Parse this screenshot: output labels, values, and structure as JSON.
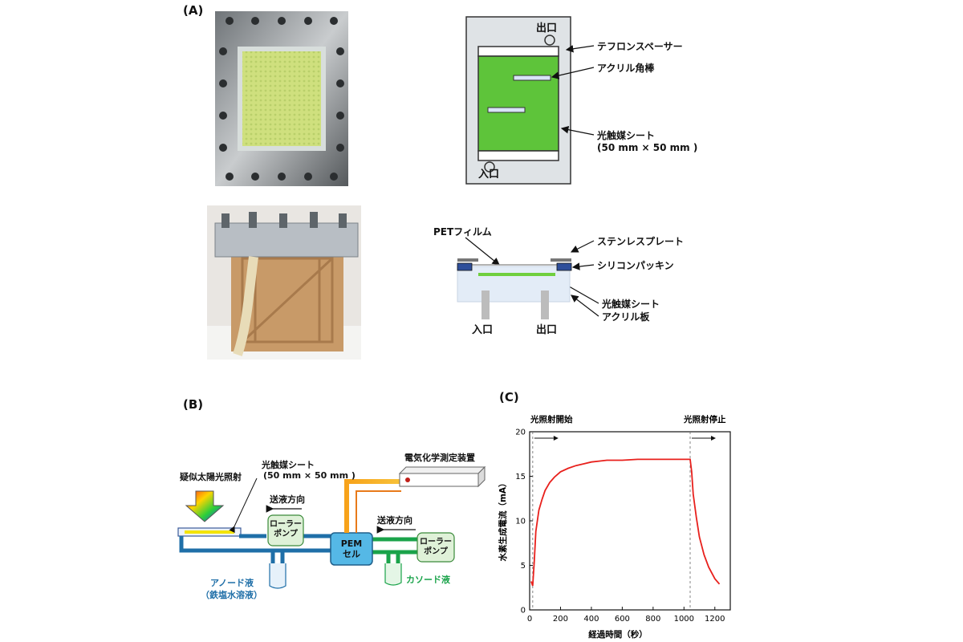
{
  "panel_a": {
    "label": "(A)",
    "top_diagram": {
      "outlet": "出口",
      "inlet": "入口",
      "spacer": "テフロンスペーサー",
      "acrylic_bar": "アクリル角棒",
      "sheet": "光触媒シート",
      "sheet_size": "(50 mm × 50 mm )"
    },
    "cross_section": {
      "pet_film": "PETフィルム",
      "steel_plate": "ステンレスプレート",
      "silicone": "シリコンパッキン",
      "sheet": "光触媒シート",
      "acrylic_plate": "アクリル板",
      "inlet": "入口",
      "outlet": "出口"
    }
  },
  "panel_b": {
    "label": "(B)",
    "light": "疑似太陽光照射",
    "sheet": "光触媒シート",
    "sheet_size": "(50 mm × 50 mm )",
    "flow_left": "送液方向",
    "flow_right": "送液方向",
    "pump_left": [
      "ローラー",
      "ポンプ"
    ],
    "pump_right": [
      "ローラー",
      "ポンプ"
    ],
    "pem": [
      "PEM",
      "セル"
    ],
    "instrument": "電気化学測定装置",
    "anode": "アノード液",
    "anode_sub": "（鉄塩水溶液）",
    "cathode": "カソード液",
    "colors": {
      "anode": "#1f6fa8",
      "cathode": "#1aa34a"
    }
  },
  "panel_c": {
    "label": "(C)",
    "light_on": "光照射開始",
    "light_off": "光照射停止"
  },
  "chart_data": {
    "type": "line",
    "xlabel": "経過時間（秒）",
    "ylabel": "水素生成電流（mA）",
    "xlim": [
      0,
      1300
    ],
    "ylim": [
      0,
      20
    ],
    "xticks": [
      0,
      200,
      400,
      600,
      800,
      1000,
      1200
    ],
    "yticks": [
      0,
      5,
      10,
      15,
      20
    ],
    "markers": [
      20,
      1040
    ],
    "series": [
      {
        "color": "#e8201c",
        "x": [
          10,
          20,
          30,
          40,
          60,
          80,
          100,
          130,
          160,
          200,
          250,
          300,
          350,
          400,
          450,
          500,
          550,
          600,
          700,
          800,
          900,
          1000,
          1040,
          1050,
          1060,
          1080,
          1100,
          1130,
          1160,
          1200,
          1230
        ],
        "y": [
          3.2,
          2.7,
          5.5,
          8.8,
          11.2,
          12.4,
          13.4,
          14.3,
          14.9,
          15.5,
          15.9,
          16.2,
          16.4,
          16.6,
          16.7,
          16.8,
          16.8,
          16.8,
          16.9,
          16.9,
          16.9,
          16.9,
          16.9,
          15.5,
          13.0,
          10.4,
          8.2,
          6.2,
          4.8,
          3.5,
          2.9
        ]
      }
    ]
  }
}
